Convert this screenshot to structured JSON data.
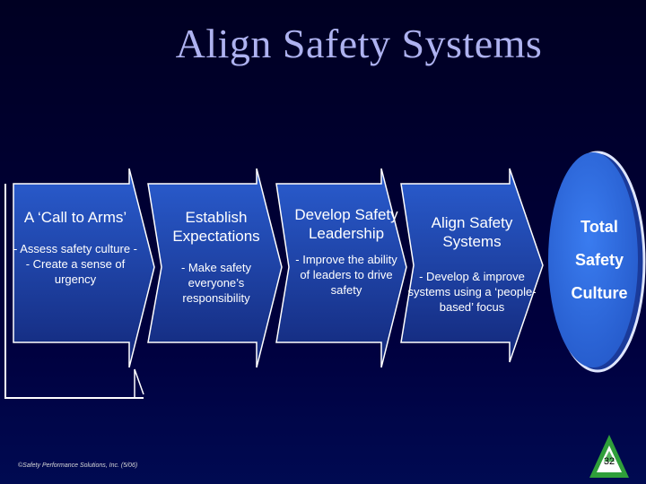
{
  "title": "Align Safety Systems",
  "stages": [
    {
      "head": "A ‘Call to Arms’",
      "body": "- Assess safety culture -- Create a sense of urgency"
    },
    {
      "head": "Establish Expectations",
      "body": "- Make safety everyone’s responsibility"
    },
    {
      "head": "Develop Safety Leadership",
      "body": "- Improve the ability of leaders to drive safety"
    },
    {
      "head": "Align Safety Systems",
      "body": "- Develop & improve systems using a ‘people-based’ focus"
    }
  ],
  "outcome": {
    "line1": "Total",
    "line2": "Safety",
    "line3": "Culture"
  },
  "footer": {
    "copyright": "©Safety Performance Solutions, Inc. (5/06)",
    "page_number": "32"
  },
  "colors": {
    "arrow_top": "#2a5dd0",
    "arrow_bottom": "#13287a",
    "circle": "#2f6ce0",
    "outline": "#ffffff",
    "title": "#aeb2f0",
    "logo_green": "#2f9f3a"
  }
}
